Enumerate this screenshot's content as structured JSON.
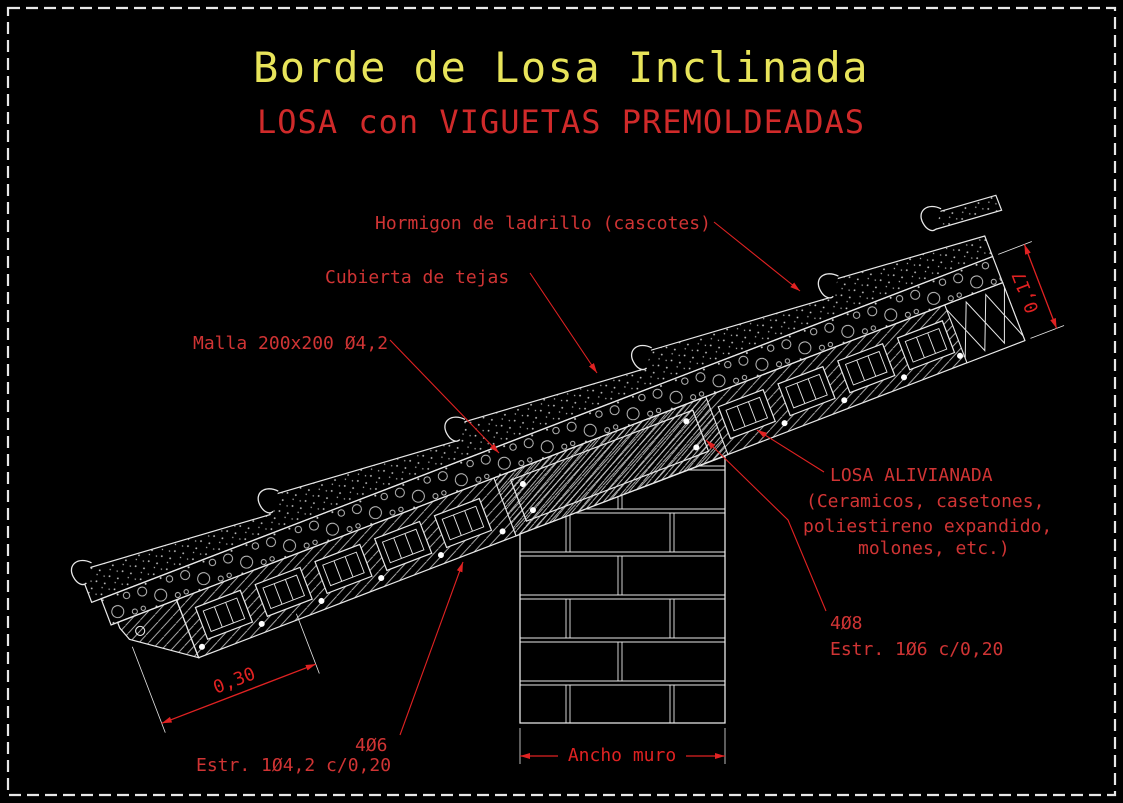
{
  "title": "Borde de Losa Inclinada",
  "subtitle": "LOSA con VIGUETAS PREMOLDEADAS",
  "annotations": {
    "hormigon": "Hormigon de ladrillo (cascotes)",
    "cubierta": "Cubierta de tejas",
    "malla": "Malla 200x200 Ø4,2",
    "losa": [
      "LOSA ALIVIANADA",
      "(Ceramicos, casetones,",
      "poliestireno expandido,",
      "molones, etc.)"
    ],
    "refuerzo_viga": {
      "bars": "4Ø8",
      "estribos": "Estr. 1Ø6 c/0,20"
    },
    "refuerzo_borde": {
      "bars": "4Ø6",
      "estribos": "Estr. 1Ø4,2 c/0,20"
    }
  },
  "dimensions": {
    "alero": "0,30",
    "espesor": "0,17",
    "muro": "Ancho muro"
  },
  "colors": {
    "background": "#000000",
    "drawing_line": "#e8e8e8",
    "title_yellow": "#e8e45a",
    "annotation_red": "#d03434",
    "dimension_red": "#e02222"
  }
}
